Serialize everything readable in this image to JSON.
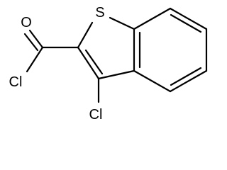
{
  "molecule": {
    "atoms": {
      "sulfur": "S",
      "carbonyl_oxygen": "O",
      "acyl_chlorine": "Cl",
      "ring_chlorine": "Cl"
    },
    "colors": {
      "bond": "#000000",
      "label": "#000000",
      "background": "#ffffff"
    }
  }
}
